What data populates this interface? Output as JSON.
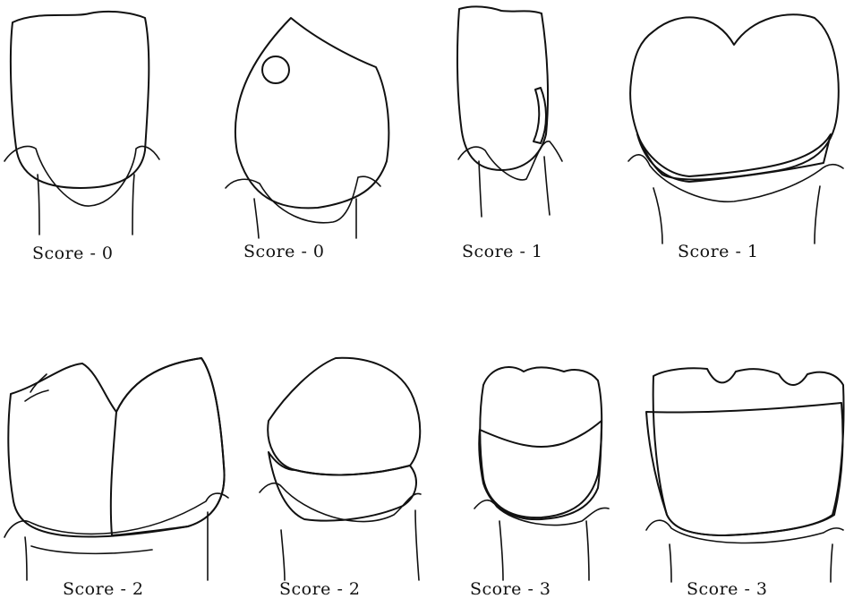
{
  "figures": [
    {
      "caption": "Score - 0"
    },
    {
      "caption": "Score - 0"
    },
    {
      "caption": "Score - 1"
    },
    {
      "caption": "Score - 1"
    },
    {
      "caption": "Score - 2"
    },
    {
      "caption": "Score - 2"
    },
    {
      "caption": "Score - 3"
    },
    {
      "caption": "Score - 3"
    }
  ]
}
